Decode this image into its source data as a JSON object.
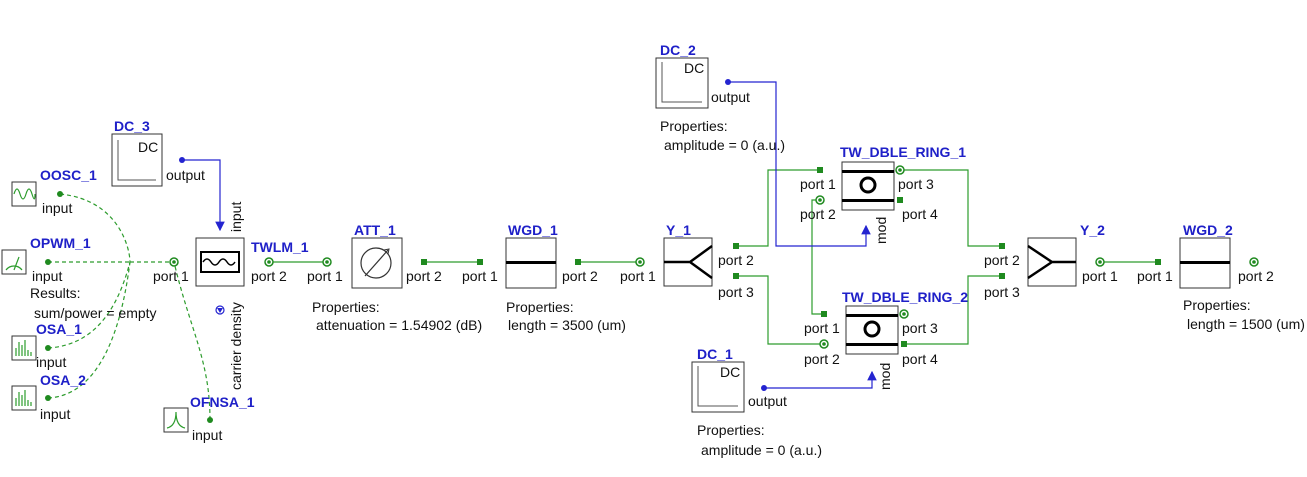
{
  "components": {
    "oosc": {
      "name": "OOSC_1",
      "ports": {
        "input": "input"
      }
    },
    "opwm": {
      "name": "OPWM_1",
      "ports": {
        "input": "input"
      },
      "results_title": "Results:",
      "results_value": "sum/power = empty"
    },
    "osa1": {
      "name": "OSA_1",
      "ports": {
        "input": "input"
      }
    },
    "osa2": {
      "name": "OSA_2",
      "ports": {
        "input": "input"
      }
    },
    "ofnsa": {
      "name": "OFNSA_1",
      "ports": {
        "input": "input"
      }
    },
    "dc3": {
      "name": "DC_3",
      "label": "DC",
      "ports": {
        "output": "output"
      }
    },
    "twlm": {
      "name": "TWLM_1",
      "ports": {
        "port1": "port 1",
        "port2": "port 2",
        "input": "input",
        "carrier": "carrier density"
      }
    },
    "att": {
      "name": "ATT_1",
      "ports": {
        "port1": "port 1",
        "port2": "port 2"
      },
      "props_title": "Properties:",
      "props_value": "attenuation = 1.54902 (dB)"
    },
    "wgd1": {
      "name": "WGD_1",
      "ports": {
        "port1": "port 1",
        "port2": "port 2"
      },
      "props_title": "Properties:",
      "props_value": "length = 3500 (um)"
    },
    "y1": {
      "name": "Y_1",
      "ports": {
        "port1": "port 1",
        "port2": "port 2",
        "port3": "port 3"
      }
    },
    "dc2": {
      "name": "DC_2",
      "label": "DC",
      "ports": {
        "output": "output"
      },
      "props_title": "Properties:",
      "props_value": "amplitude = 0 (a.u.)"
    },
    "ring1": {
      "name": "TW_DBLE_RING_1",
      "ports": {
        "port1": "port 1",
        "port2": "port 2",
        "port3": "port 3",
        "port4": "port 4",
        "mod": "mod"
      }
    },
    "ring2": {
      "name": "TW_DBLE_RING_2",
      "ports": {
        "port1": "port 1",
        "port2": "port 2",
        "port3": "port 3",
        "port4": "port 4",
        "mod": "mod"
      }
    },
    "dc1": {
      "name": "DC_1",
      "label": "DC",
      "ports": {
        "output": "output"
      },
      "props_title": "Properties:",
      "props_value": "amplitude = 0 (a.u.)"
    },
    "y2": {
      "name": "Y_2",
      "ports": {
        "port1": "port 1",
        "port2": "port 2",
        "port3": "port 3"
      }
    },
    "wgd2": {
      "name": "WGD_2",
      "ports": {
        "port1": "port 1",
        "port2": "port 2"
      },
      "props_title": "Properties:",
      "props_value": "length = 1500 (um)"
    }
  },
  "colors": {
    "optical": "#2d9c2d",
    "electrical": "#2424d0",
    "label": "#1f20c8",
    "port": "#1f8a1f"
  }
}
